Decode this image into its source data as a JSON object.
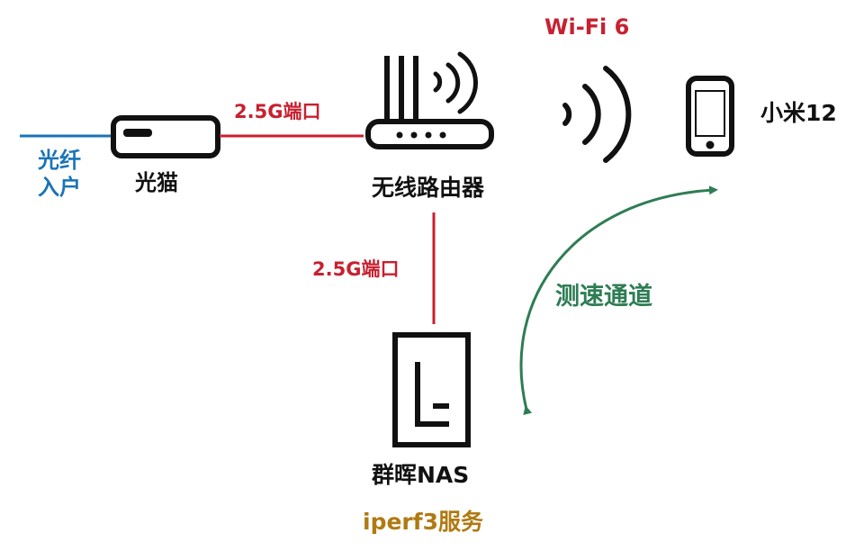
{
  "colors": {
    "fiber": "#1a73b8",
    "wired": "#c8202f",
    "wifi": "#c8202f",
    "test": "#2e7d54",
    "device": "#111111",
    "service": "#b07a12"
  },
  "labels": {
    "fiber_line1": "光纤",
    "fiber_line2": "入户",
    "modem": "光猫",
    "router": "无线路由器",
    "port_top": "2.5G端口",
    "port_vertical": "2.5G端口",
    "wifi": "Wi-Fi 6",
    "phone": "小米12",
    "nas": "群晖NAS",
    "nas_service": "iperf3服务",
    "test_path": "测速通道"
  },
  "icons": {
    "modem": "modem-icon",
    "router": "router-icon",
    "wifi_waves": "wifi-signal-icon",
    "phone": "smartphone-icon",
    "nas": "nas-icon"
  }
}
